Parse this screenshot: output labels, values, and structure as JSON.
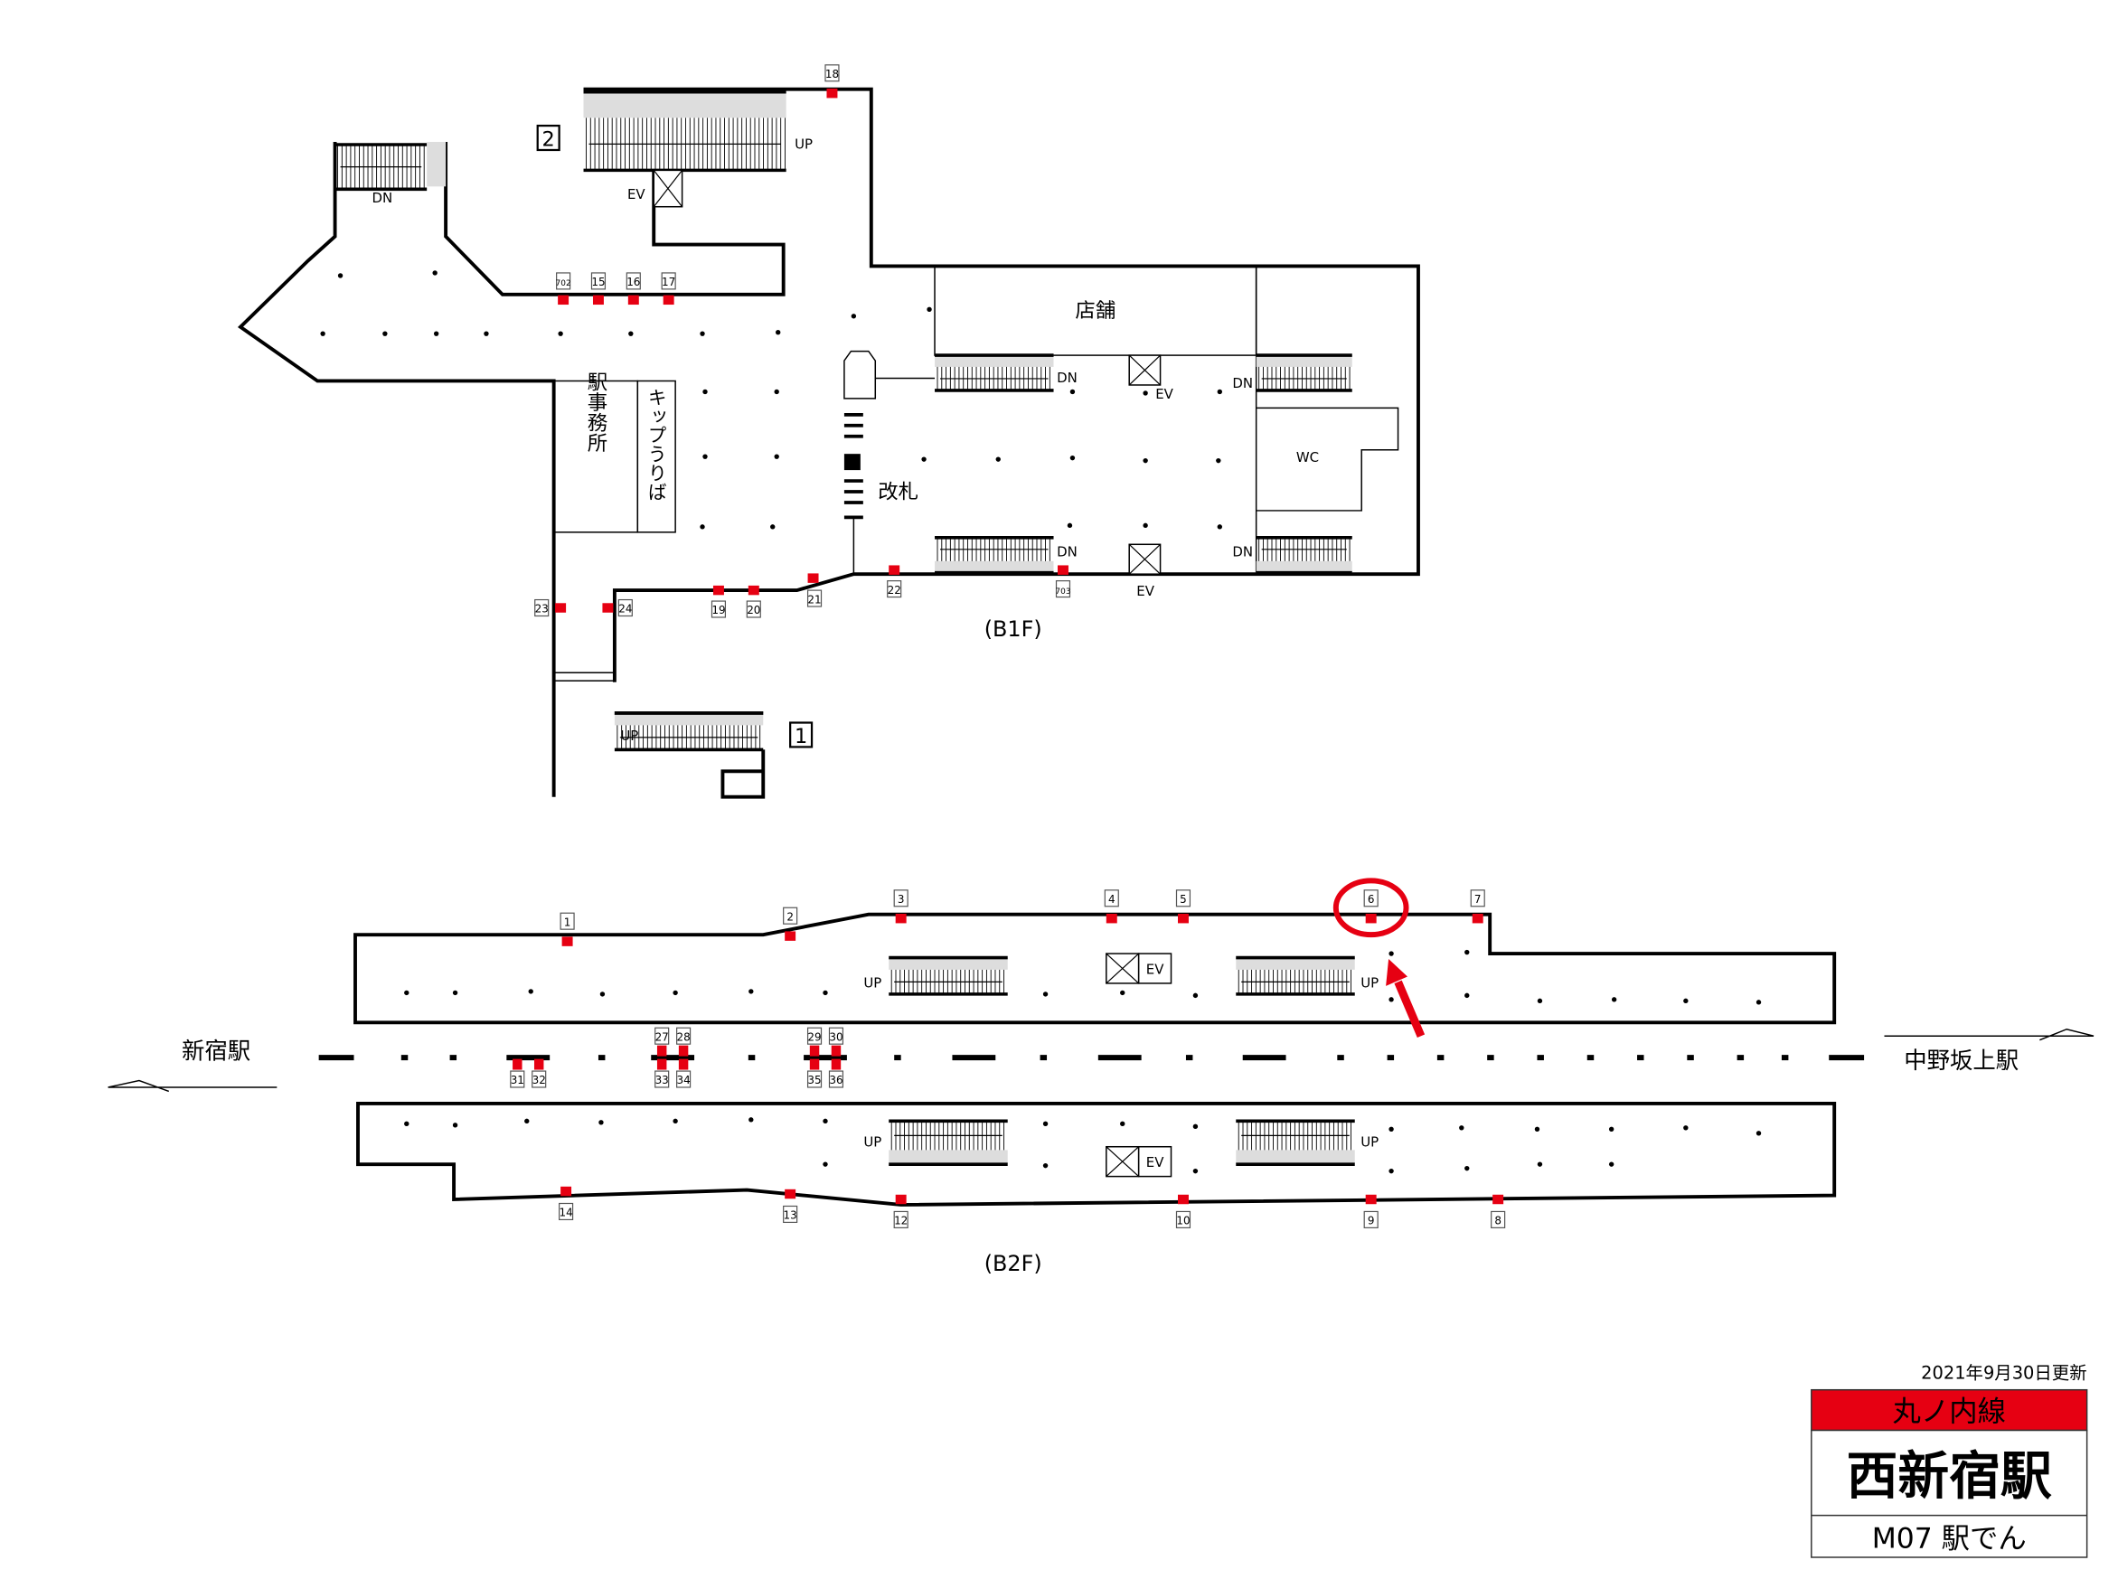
{
  "b1f": {
    "floor_label": "(B1F)",
    "exit_2": "2",
    "exit_1": "1",
    "shop": "店舗",
    "wc": "WC",
    "ticket_gate": "改札",
    "station_office": "駅事務所",
    "ticket_sales": "キップうりば",
    "up": "UP",
    "dn": "DN",
    "ev": "EV",
    "car_positions": [
      "18",
      "702",
      "15",
      "16",
      "17",
      "23",
      "24",
      "19",
      "20",
      "21",
      "22",
      "703"
    ]
  },
  "b2f": {
    "floor_label": "(B2F)",
    "up": "UP",
    "ev": "EV",
    "upper_car_positions": [
      "1",
      "2",
      "3",
      "4",
      "5",
      "6",
      "7"
    ],
    "lower_car_positions": [
      "14",
      "13",
      "12",
      "10",
      "9",
      "8"
    ],
    "door_positions_top": [
      "27",
      "28",
      "29",
      "30"
    ],
    "door_positions_bottom": [
      "31",
      "32",
      "33",
      "34",
      "35",
      "36"
    ],
    "highlighted_position": "6",
    "direction_left": "新宿駅",
    "direction_right": "中野坂上駅"
  },
  "info": {
    "updated": "2021年9月30日更新",
    "line_name": "丸ノ内線",
    "station_name": "西新宿駅",
    "station_code": "M07 駅でん",
    "line_color": "#e60012"
  }
}
